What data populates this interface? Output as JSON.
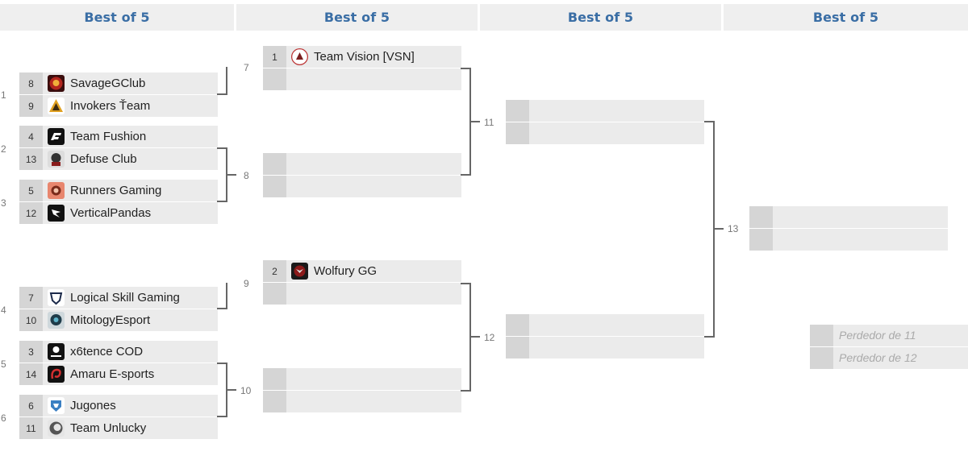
{
  "rounds": [
    {
      "label": "Best of 5"
    },
    {
      "label": "Best of 5"
    },
    {
      "label": "Best of 5"
    },
    {
      "label": "Best of 5"
    }
  ],
  "matches": {
    "m1": {
      "num": "1",
      "teams": [
        {
          "seed": "8",
          "name": "SavageGClub",
          "logo": "savagegclub-logo"
        },
        {
          "seed": "9",
          "name": "Invokers Ťeam",
          "logo": "invokers-logo"
        }
      ]
    },
    "m2": {
      "num": "2",
      "teams": [
        {
          "seed": "4",
          "name": "Team Fushion",
          "logo": "fushion-logo"
        },
        {
          "seed": "13",
          "name": "Defuse Club",
          "logo": "defuse-logo"
        }
      ]
    },
    "m3": {
      "num": "3",
      "teams": [
        {
          "seed": "5",
          "name": "Runners Gaming",
          "logo": "runners-logo"
        },
        {
          "seed": "12",
          "name": "VerticalPandas",
          "logo": "verticalpandas-logo"
        }
      ]
    },
    "m4": {
      "num": "4",
      "teams": [
        {
          "seed": "7",
          "name": "Logical Skill Gaming",
          "logo": "lsg-logo"
        },
        {
          "seed": "10",
          "name": "MitologyEsport",
          "logo": "mitology-logo"
        }
      ]
    },
    "m5": {
      "num": "5",
      "teams": [
        {
          "seed": "3",
          "name": "x6tence COD",
          "logo": "x6tence-logo"
        },
        {
          "seed": "14",
          "name": "Amaru E-sports",
          "logo": "amaru-logo"
        }
      ]
    },
    "m6": {
      "num": "6",
      "teams": [
        {
          "seed": "6",
          "name": "Jugones",
          "logo": "jugones-logo"
        },
        {
          "seed": "11",
          "name": "Team Unlucky",
          "logo": "unlucky-logo"
        }
      ]
    },
    "m7": {
      "num": "7",
      "teams": [
        {
          "seed": "1",
          "name": "Team Vision [VSN]",
          "logo": "vision-logo"
        },
        {
          "seed": "",
          "name": ""
        }
      ]
    },
    "m8": {
      "num": "8",
      "teams": [
        {
          "seed": "",
          "name": ""
        },
        {
          "seed": "",
          "name": ""
        }
      ]
    },
    "m9": {
      "num": "9",
      "teams": [
        {
          "seed": "2",
          "name": "Wolfury GG",
          "logo": "wolfury-logo"
        },
        {
          "seed": "",
          "name": ""
        }
      ]
    },
    "m10": {
      "num": "10",
      "teams": [
        {
          "seed": "",
          "name": ""
        },
        {
          "seed": "",
          "name": ""
        }
      ]
    },
    "m11": {
      "num": "11",
      "teams": [
        {
          "seed": "",
          "name": ""
        },
        {
          "seed": "",
          "name": ""
        }
      ]
    },
    "m12": {
      "num": "12",
      "teams": [
        {
          "seed": "",
          "name": ""
        },
        {
          "seed": "",
          "name": ""
        }
      ]
    },
    "m13": {
      "num": "13",
      "teams": [
        {
          "seed": "",
          "name": ""
        },
        {
          "seed": "",
          "name": ""
        }
      ]
    },
    "consolation": {
      "teams": [
        {
          "name": "Perdedor de 11"
        },
        {
          "name": "Perdedor de 12"
        }
      ]
    }
  }
}
